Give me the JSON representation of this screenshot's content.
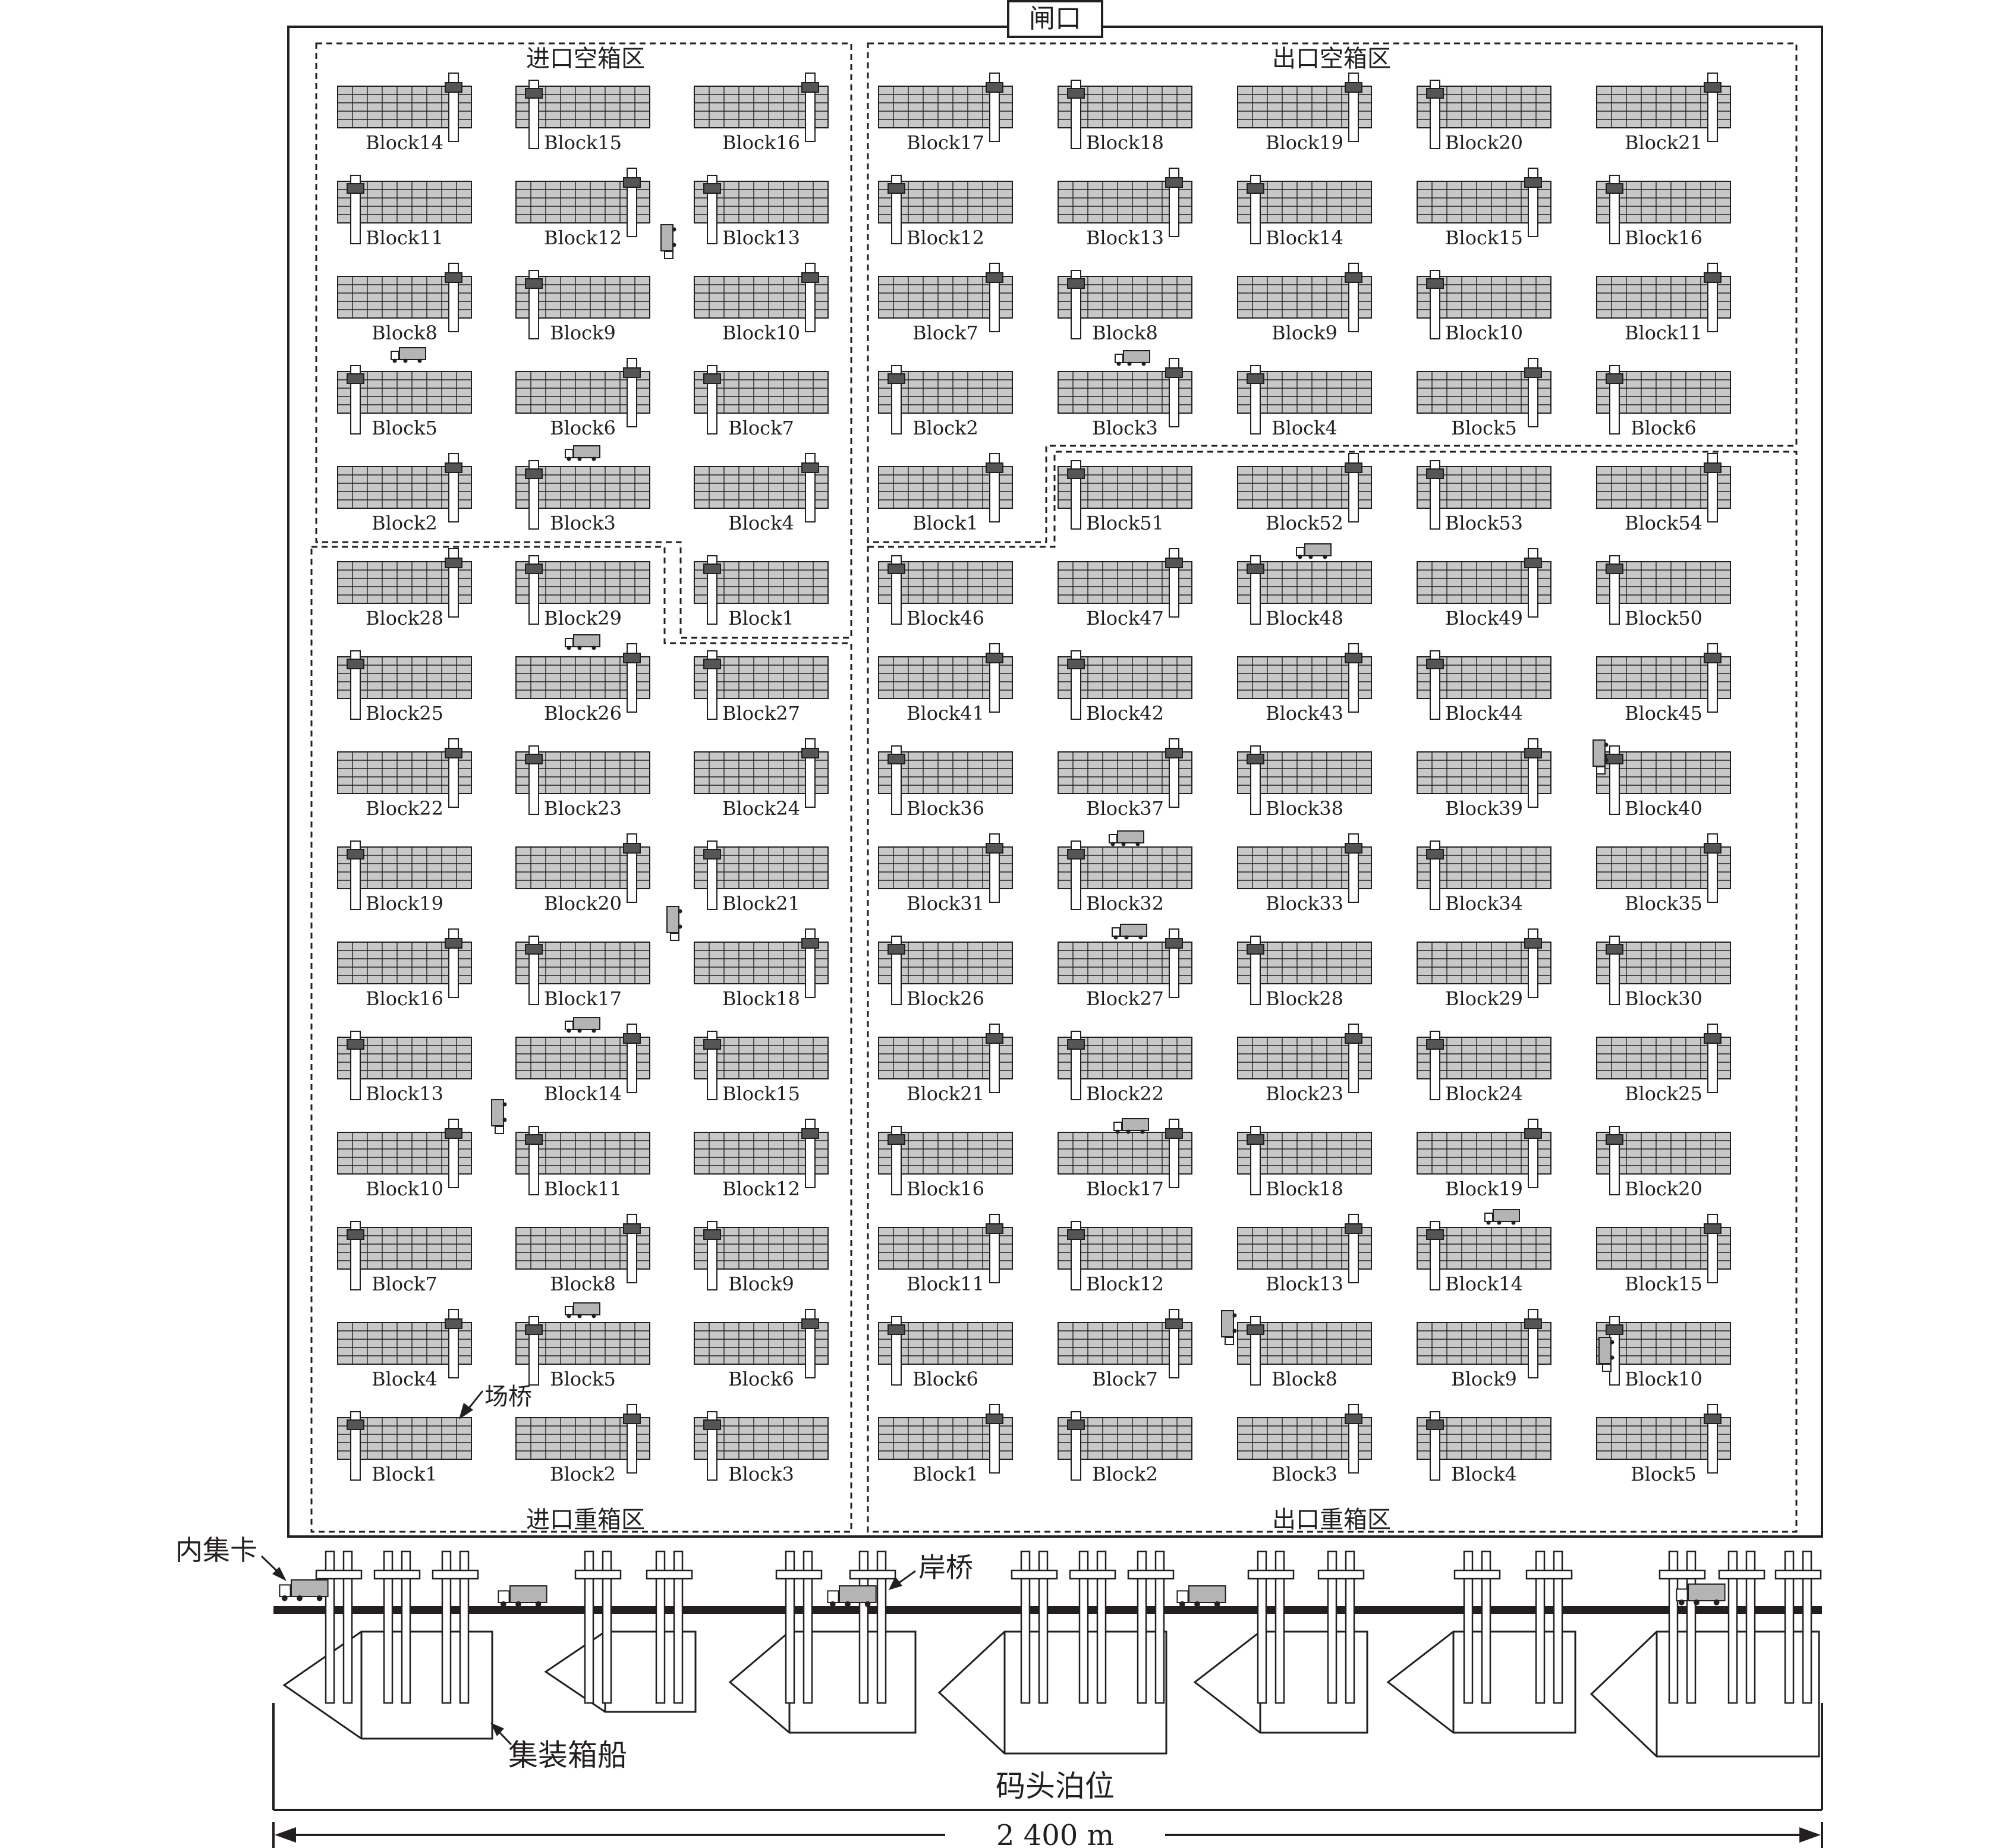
{
  "labels": {
    "gate": "闸口",
    "import_empty": "进口空箱区",
    "export_empty": "出口空箱区",
    "import_full": "进口重箱区",
    "export_full": "出口重箱区",
    "yard_crane": "场桥",
    "quay_crane": "岸桥",
    "truck": "内集卡",
    "ship": "集装箱船",
    "berth": "码头泊位",
    "length": "2 400 m"
  },
  "zones": {
    "import_empty": [
      [
        "Block14",
        "Block15",
        "Block16"
      ],
      [
        "Block11",
        "Block12",
        "Block13"
      ],
      [
        "Block8",
        "Block9",
        "Block10"
      ],
      [
        "Block5",
        "Block6",
        "Block7"
      ],
      [
        "Block2",
        "Block3",
        "Block4"
      ],
      [
        "",
        "",
        "Block1"
      ]
    ],
    "import_full": [
      [
        "Block28",
        "Block29",
        ""
      ],
      [
        "Block25",
        "Block26",
        "Block27"
      ],
      [
        "Block22",
        "Block23",
        "Block24"
      ],
      [
        "Block19",
        "Block20",
        "Block21"
      ],
      [
        "Block16",
        "Block17",
        "Block18"
      ],
      [
        "Block13",
        "Block14",
        "Block15"
      ],
      [
        "Block10",
        "Block11",
        "Block12"
      ],
      [
        "Block7",
        "Block8",
        "Block9"
      ],
      [
        "Block4",
        "Block5",
        "Block6"
      ],
      [
        "Block1",
        "Block2",
        "Block3"
      ]
    ],
    "export_empty": [
      [
        "Block17",
        "Block18",
        "Block19",
        "Block20",
        "Block21"
      ],
      [
        "Block12",
        "Block13",
        "Block14",
        "Block15",
        "Block16"
      ],
      [
        "Block7",
        "Block8",
        "Block9",
        "Block10",
        "Block11"
      ],
      [
        "Block2",
        "Block3",
        "Block4",
        "Block5",
        "Block6"
      ],
      [
        "Block1",
        "",
        "",
        "",
        ""
      ]
    ],
    "export_full": [
      [
        "",
        "Block51",
        "Block52",
        "Block53",
        "Block54"
      ],
      [
        "Block46",
        "Block47",
        "Block48",
        "Block49",
        "Block50"
      ],
      [
        "Block41",
        "Block42",
        "Block43",
        "Block44",
        "Block45"
      ],
      [
        "Block36",
        "Block37",
        "Block38",
        "Block39",
        "Block40"
      ],
      [
        "Block31",
        "Block32",
        "Block33",
        "Block34",
        "Block35"
      ],
      [
        "Block26",
        "Block27",
        "Block28",
        "Block29",
        "Block30"
      ],
      [
        "Block21",
        "Block22",
        "Block23",
        "Block24",
        "Block25"
      ],
      [
        "Block16",
        "Block17",
        "Block18",
        "Block19",
        "Block20"
      ],
      [
        "Block11",
        "Block12",
        "Block13",
        "Block14",
        "Block15"
      ],
      [
        "Block6",
        "Block7",
        "Block8",
        "Block9",
        "Block10"
      ],
      [
        "Block1",
        "Block2",
        "Block3",
        "Block4",
        "Block5"
      ]
    ]
  },
  "colors": {
    "line": "#231f20",
    "block_fill": "#c8c8c8",
    "crane_fill": "#ffffff",
    "trolley_fill": "#555555",
    "truck_fill": "#b4b4b4",
    "background": "#ffffff"
  }
}
